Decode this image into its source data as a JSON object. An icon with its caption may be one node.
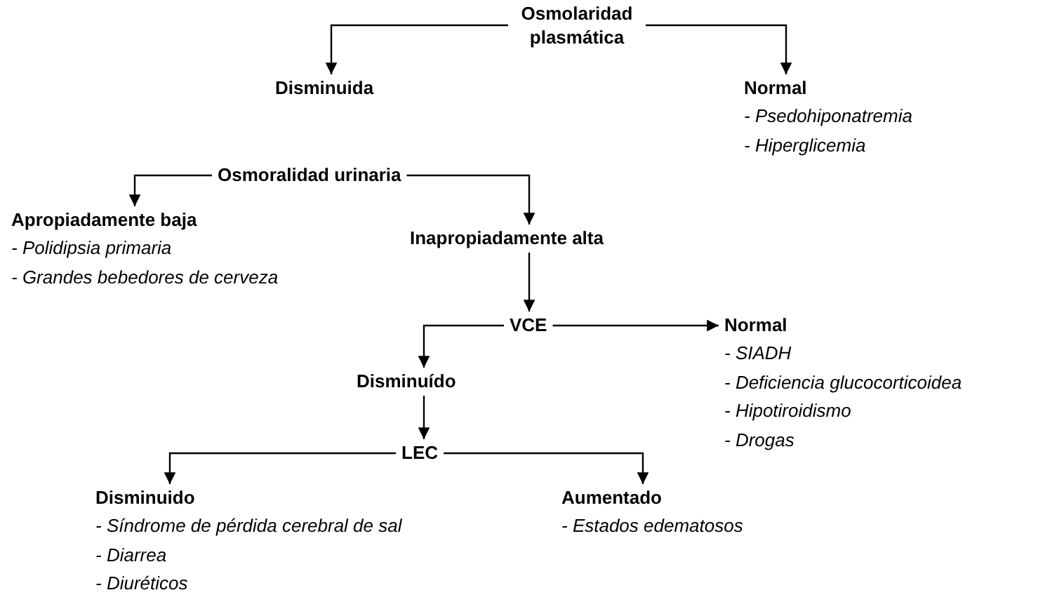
{
  "diagram": {
    "nodes": [
      {
        "text": [
          "Osmolaridad plasmática"
        ]
      },
      {
        "text": [
          "Disminuida"
        ]
      },
      {
        "text": [
          "Normal",
          "- Psedohiponatremia",
          "- Hiperglicemia"
        ]
      },
      {
        "text": [
          "Osmoralidad urinaria"
        ]
      },
      {
        "text": [
          "Apropiadamente baja",
          "- Polidipsia primaria",
          "- Grandes bebedores de cerveza"
        ]
      },
      {
        "text": [
          "Inapropiadamente alta"
        ]
      },
      {
        "text": [
          "VCE"
        ]
      },
      {
        "text": [
          "Normal",
          "- SIADH",
          "- Deficiencia glucocorticoidea",
          "- Hipotiroidismo",
          "- Drogas"
        ]
      },
      {
        "text": [
          "Disminuído"
        ]
      },
      {
        "text": [
          "LEC"
        ]
      },
      {
        "text": [
          "Disminuido",
          "- Síndrome de pérdida cerebral de sal",
          "- Diarrea",
          "- Diuréticos"
        ]
      },
      {
        "text": [
          "Aumentado",
          "- Estados edematosos"
        ]
      }
    ],
    "edges": [
      {
        "from": 0,
        "to": 1,
        "arrow": "to"
      },
      {
        "from": 0,
        "to": 2,
        "arrow": "to"
      },
      {
        "from": 3,
        "to": 4,
        "arrow": "to"
      },
      {
        "from": 3,
        "to": 5,
        "arrow": "to"
      },
      {
        "from": 5,
        "to": 6,
        "arrow": "to"
      },
      {
        "from": 6,
        "to": 8,
        "arrow": "to"
      },
      {
        "from": 6,
        "to": 7,
        "arrow": "to"
      },
      {
        "from": 8,
        "to": 9,
        "arrow": "to"
      },
      {
        "from": 9,
        "to": 10,
        "arrow": "to"
      },
      {
        "from": 9,
        "to": 11,
        "arrow": "to"
      }
    ]
  }
}
